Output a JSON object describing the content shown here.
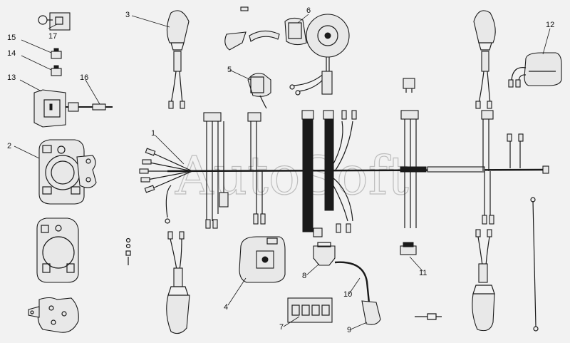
{
  "watermark": "AutoSoft",
  "callouts": [
    "1",
    "2",
    "3",
    "4",
    "5",
    "6",
    "7",
    "8",
    "9",
    "10",
    "11",
    "12",
    "13",
    "14",
    "15",
    "16",
    "17"
  ],
  "colors": {
    "background": "#f2f2f2",
    "ink": "#1a1a1a",
    "watermark": "#bdbdbd"
  }
}
